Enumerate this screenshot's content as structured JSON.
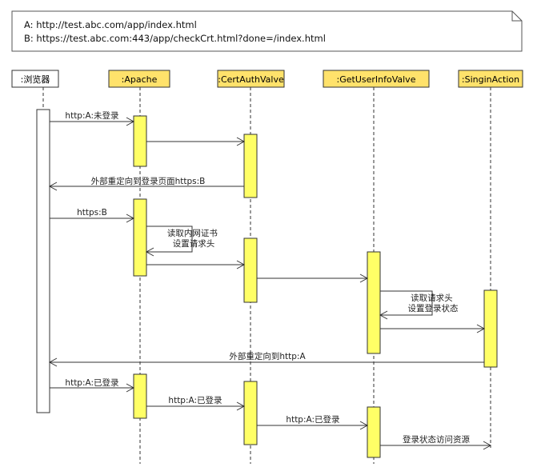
{
  "note": {
    "line_a": "A: http://test.abc.com/app/index.html",
    "line_b": "B: https://test.abc.com:443/app/checkCrt.html?done=/index.html"
  },
  "participants": [
    {
      "label": ":浏览器",
      "fill": "#ffffff"
    },
    {
      "label": ":Apache",
      "fill": "#ffe26b"
    },
    {
      "label": ":CertAuthValve",
      "fill": "#ffe26b"
    },
    {
      "label": ":GetUserInfoValve",
      "fill": "#ffe26b"
    },
    {
      "label": ":SinginAction",
      "fill": "#ffe26b"
    }
  ],
  "messages": [
    {
      "label": "http:A:未登录"
    },
    {
      "label": ""
    },
    {
      "label": "外部重定向到登录页面https:B"
    },
    {
      "label": "https:B"
    },
    {
      "label": "读取内网证书\n设置请求头"
    },
    {
      "label": ""
    },
    {
      "label": ""
    },
    {
      "label": "读取请求头\n设置登录状态"
    },
    {
      "label": ""
    },
    {
      "label": "外部重定向到http:A"
    },
    {
      "label": "http:A:已登录"
    },
    {
      "label": "http:A:已登录"
    },
    {
      "label": "http:A:已登录"
    },
    {
      "label": "登录状态访问资源"
    }
  ],
  "colors": {
    "activation": "#ffff66",
    "line": "#333333",
    "note_border": "#555555"
  }
}
